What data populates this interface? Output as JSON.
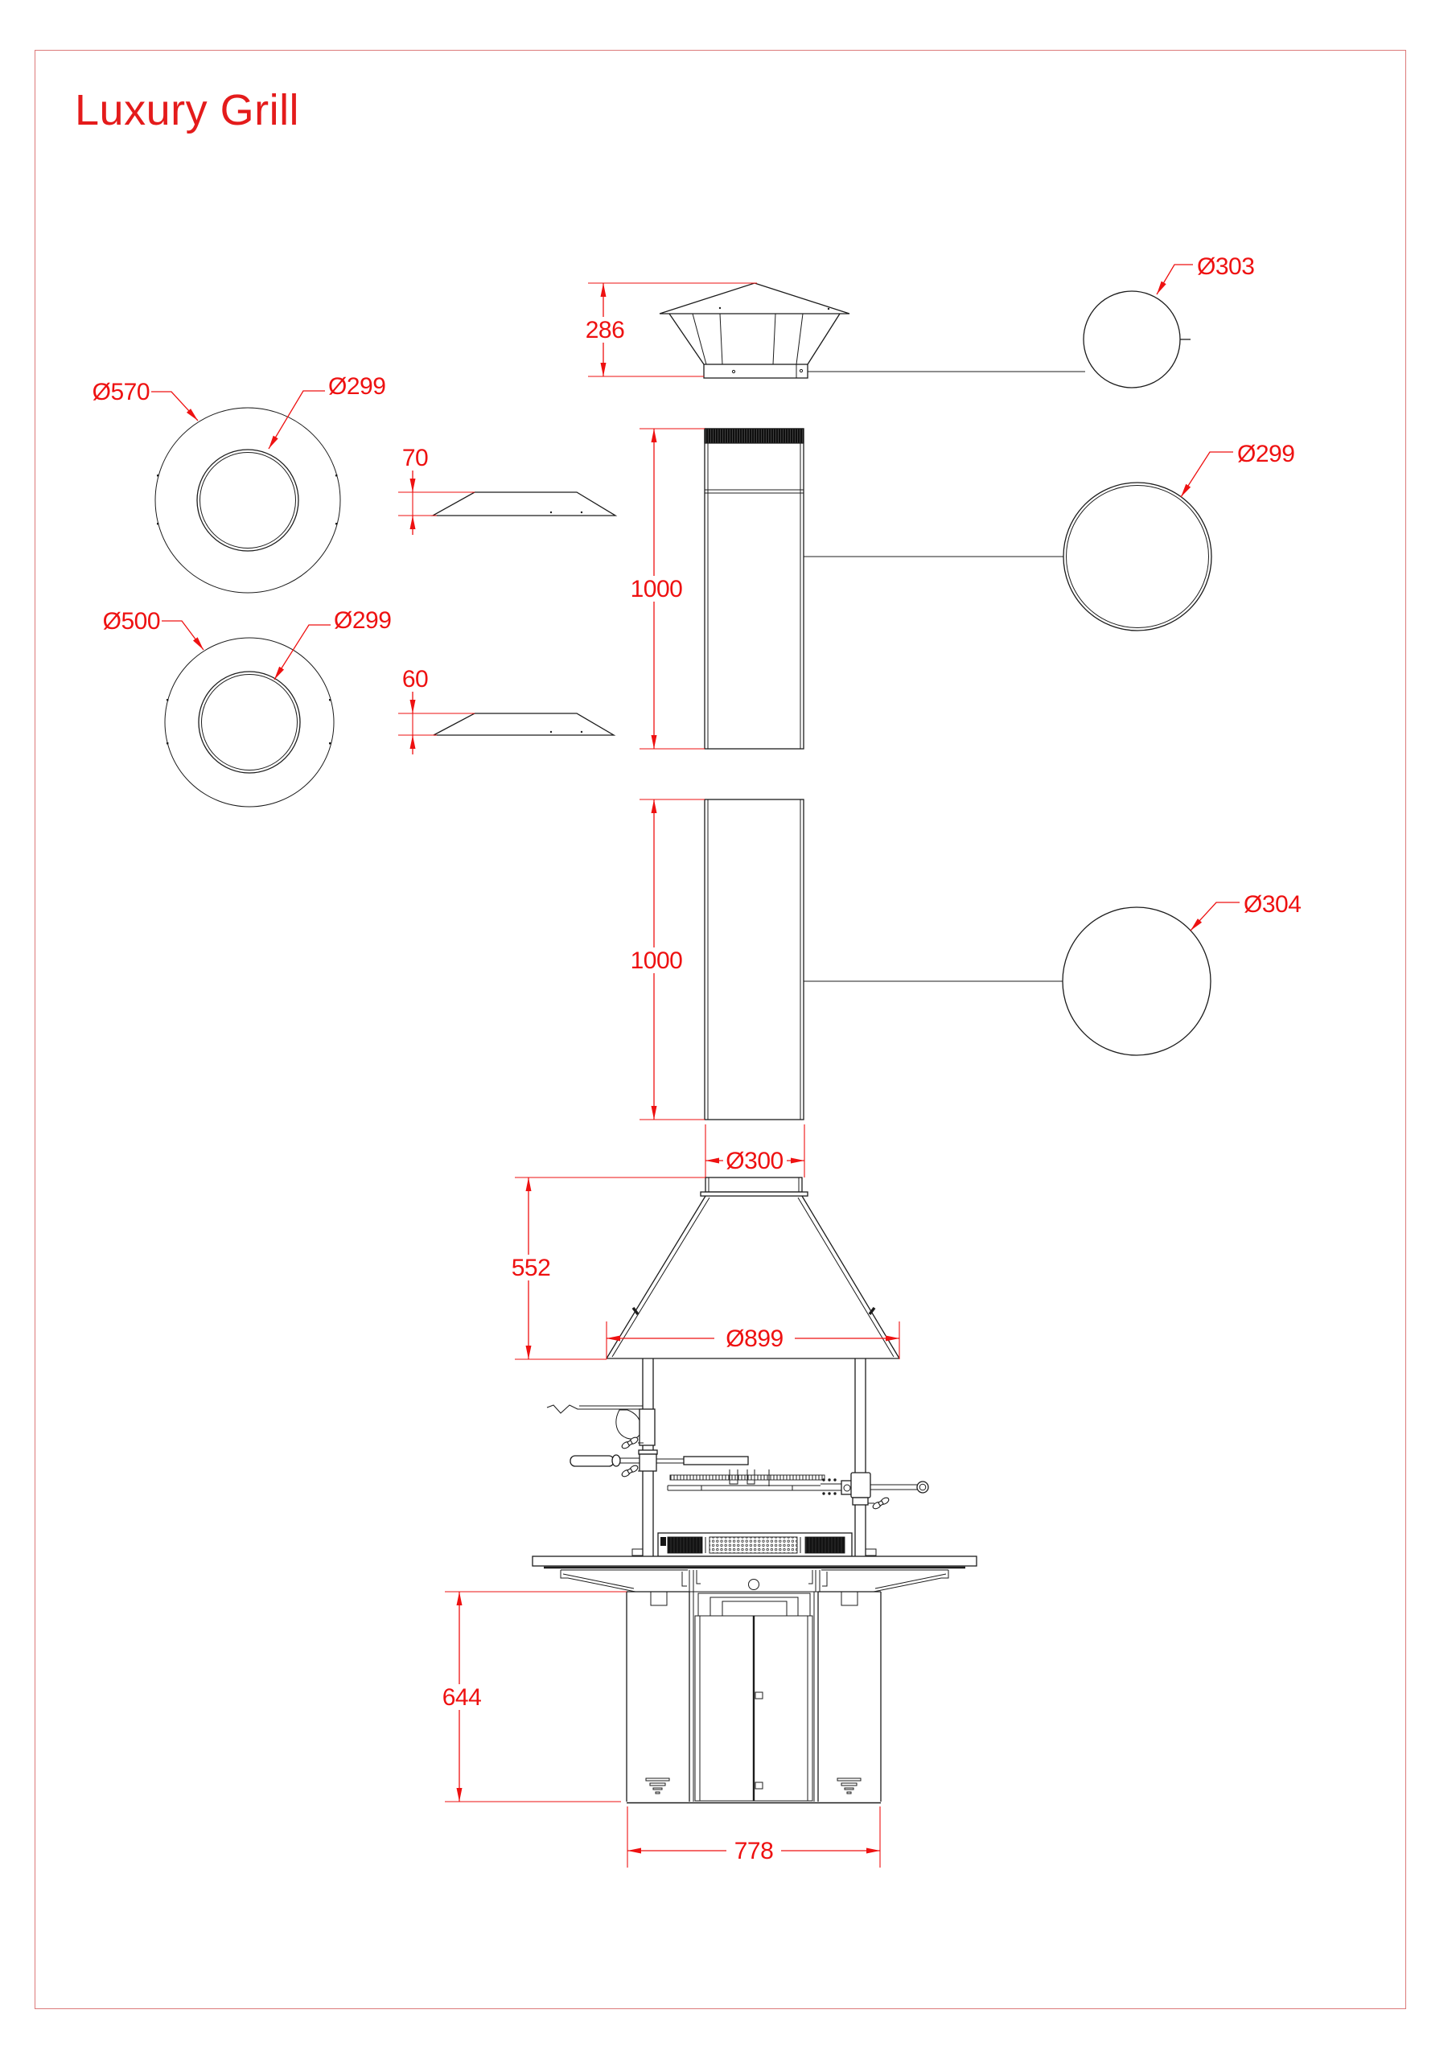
{
  "title": "Luxury Grill",
  "colors": {
    "dimension_red": "#ee1111",
    "drawing_black": "#1c1c1c",
    "frame_red": "#dc7a7a"
  },
  "views": {
    "rain_cap": {
      "height": "286",
      "detail_diameter": "Ø303"
    },
    "large_flange": {
      "outer_diameter": "Ø570",
      "inner_diameter": "Ø299",
      "profile_height": "70"
    },
    "small_flange": {
      "outer_diameter": "Ø500",
      "inner_diameter": "Ø299",
      "profile_height": "60"
    },
    "upper_chimney_pipe": {
      "length": "1000",
      "detail_diameter": "Ø299"
    },
    "lower_chimney_pipe": {
      "length": "1000",
      "detail_diameter": "Ø304"
    },
    "hood": {
      "top_diameter": "Ø300",
      "height": "552",
      "bottom_diameter": "Ø899"
    },
    "base": {
      "height": "644",
      "width": "778"
    }
  }
}
